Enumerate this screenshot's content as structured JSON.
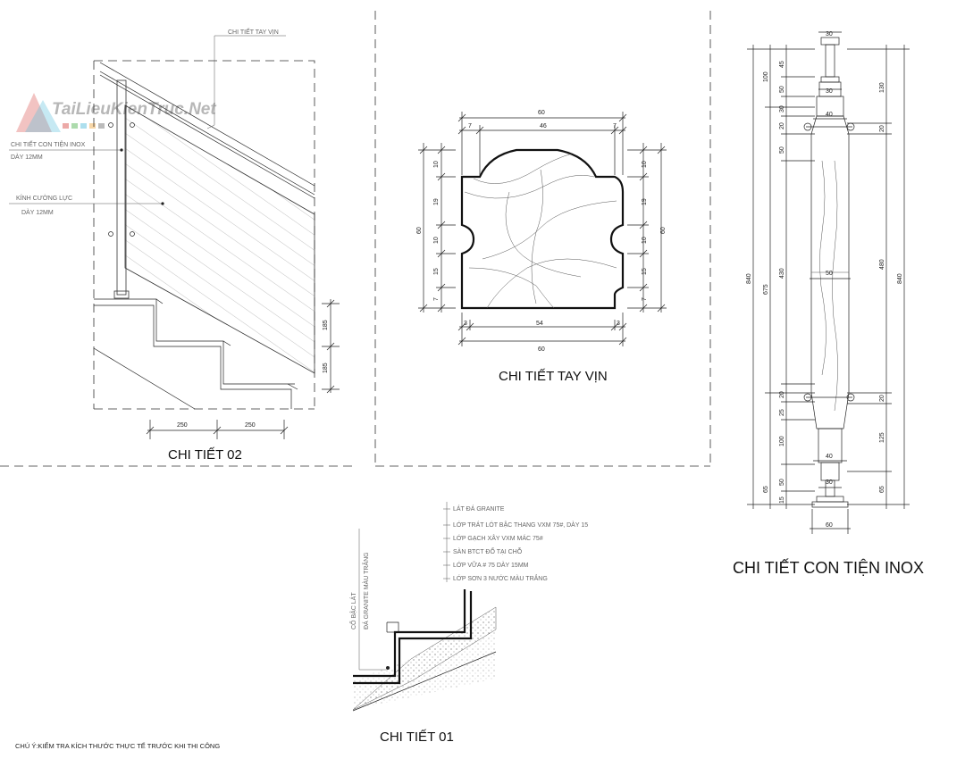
{
  "watermark": "TaiLieuKienTruc.Net",
  "detail02": {
    "title": "CHI TIẾT 02",
    "label_handrail": "CHI TIẾT TAY VỊN",
    "label_post": "CHI TIẾT CON TIỆN INOX",
    "label_post_thk": "DÀY 12MM",
    "label_glass": "KÍNH CƯỜNG LỰC",
    "label_glass_thk": "DÀY 12MM",
    "dim_tread_1": "250",
    "dim_tread_2": "250",
    "dim_riser_1": "185",
    "dim_riser_2": "185"
  },
  "handrail": {
    "title": "CHI TIẾT TAY VỊN",
    "top_total": "60",
    "top_left": "7",
    "top_mid": "46",
    "top_right": "7",
    "bottom_left": "3",
    "bottom_mid": "54",
    "bottom_right": "3",
    "bottom_total": "60",
    "left_total": "60",
    "right_total": "60",
    "side_segments": [
      "10",
      "19",
      "10",
      "15",
      "7"
    ]
  },
  "post": {
    "title": "CHI TIẾT CON TIỆN INOX",
    "top_width": "30",
    "base_width": "60",
    "neck_width_1": "30",
    "neck_width_2": "40",
    "mid_width": "50",
    "neck_width_3": "40",
    "neck_width_4": "30",
    "left_outer": "840",
    "left_second": "675",
    "left_inner_top": [
      "45",
      "50",
      "30",
      "20",
      "50"
    ],
    "left_inner_mid": "430",
    "left_inner_bottom": [
      "20",
      "25",
      "100",
      "50",
      "15"
    ],
    "left_100_top": "100",
    "left_65_bottom": "65",
    "right_outer": "840",
    "right_segments": [
      "130",
      "20",
      "480",
      "20",
      "125",
      "65"
    ]
  },
  "detail01": {
    "title": "CHI TIẾT 01",
    "layers": [
      "LÁT ĐÁ GRANITE",
      "LỚP TRÁT LÓT BẬC THANG VXM 75#, DÀY 15",
      "LỚP GẠCH  XÂY VXM MÁC 75#",
      "SÀN BTCT ĐỔ TẠI CHỖ",
      "LỚP VỮA # 75 DÀY 15MM",
      "LỚP SƠN 3 NƯỚC MÀU TRẮNG"
    ],
    "nosing_1": "CỔ BẬC LÁT",
    "nosing_2": "ĐÁ GRANITE MÀU TRẮNG"
  },
  "footnote": "CHÚ Ý:KIỂM TRA KÍCH THƯỚC THỰC TẾ TRƯỚC KHI THI CÔNG"
}
